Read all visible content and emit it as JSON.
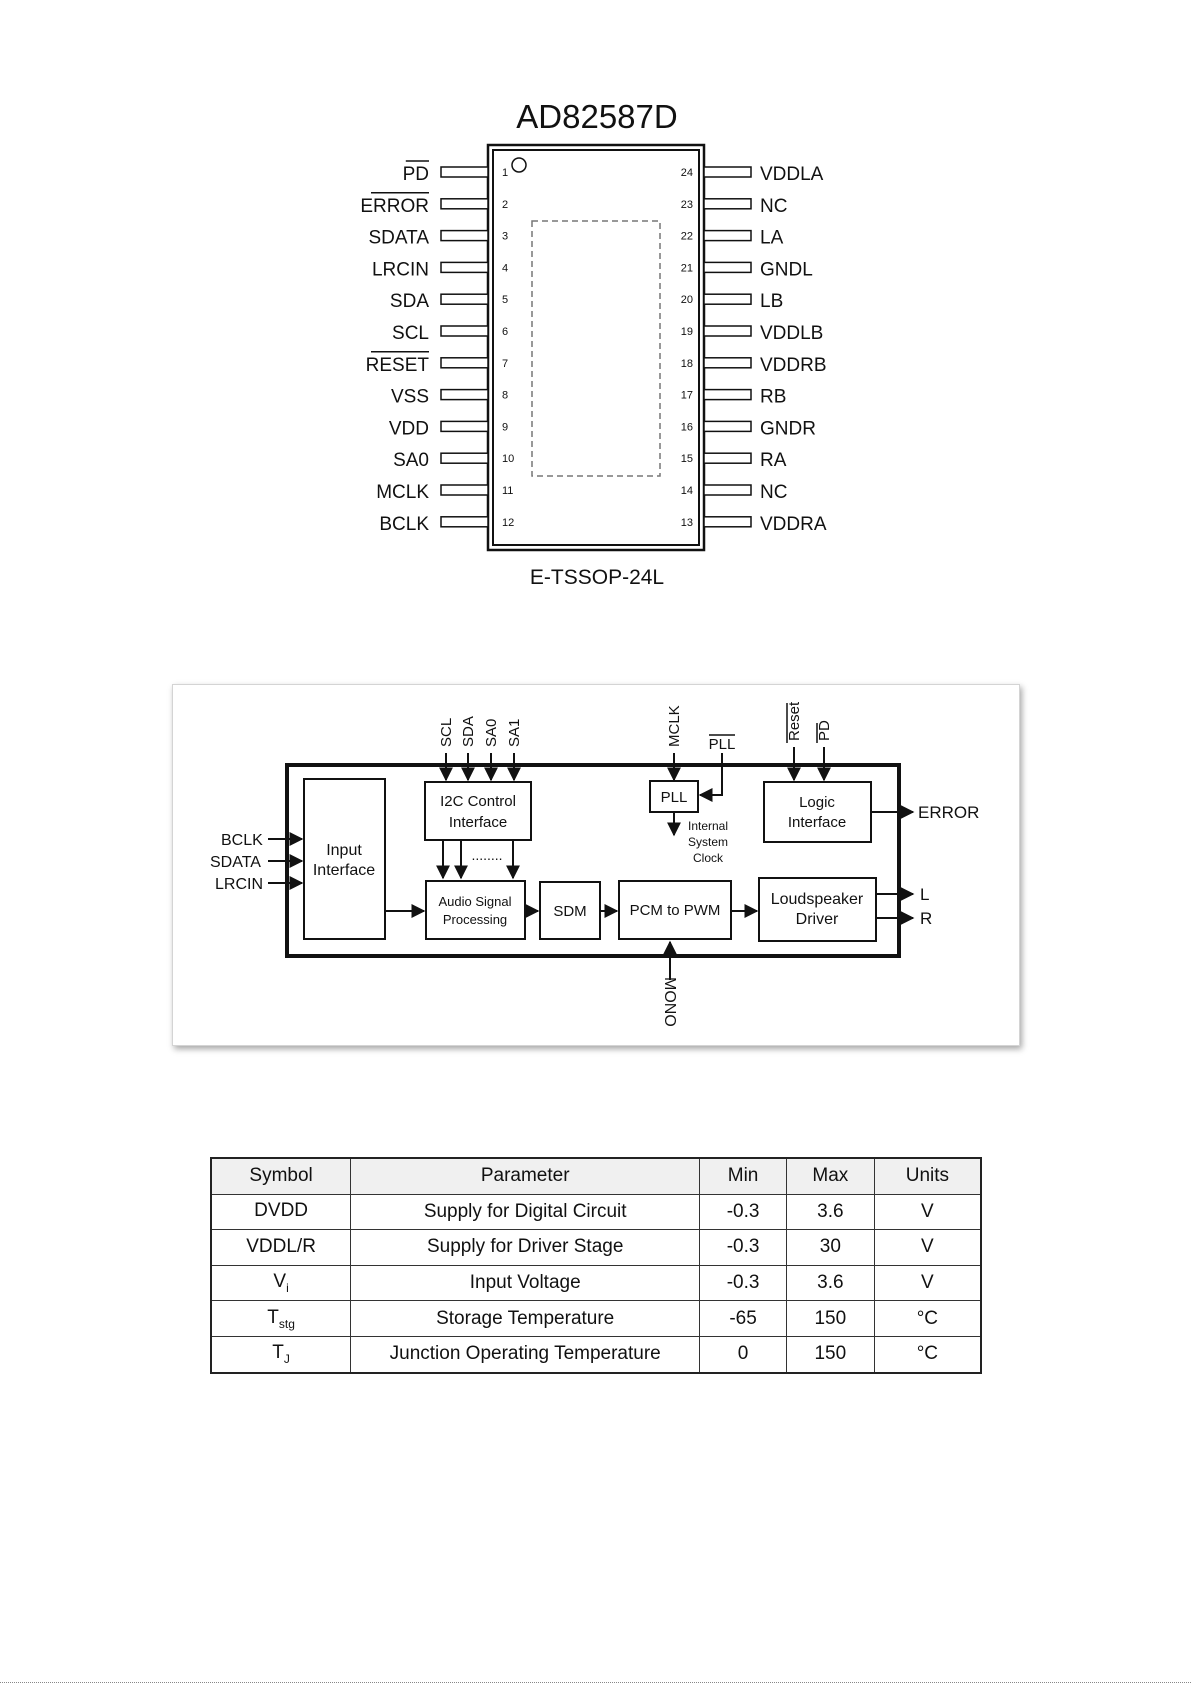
{
  "pinout": {
    "title": "AD82587D",
    "package": "E-TSSOP-24L",
    "left_pins": [
      {
        "num": "1",
        "name": "PD",
        "overbar": true
      },
      {
        "num": "2",
        "name": "ERROR",
        "overbar": true
      },
      {
        "num": "3",
        "name": "SDATA",
        "overbar": false
      },
      {
        "num": "4",
        "name": "LRCIN",
        "overbar": false
      },
      {
        "num": "5",
        "name": "SDA",
        "overbar": false
      },
      {
        "num": "6",
        "name": "SCL",
        "overbar": false
      },
      {
        "num": "7",
        "name": "RESET",
        "overbar": true
      },
      {
        "num": "8",
        "name": "VSS",
        "overbar": false
      },
      {
        "num": "9",
        "name": "VDD",
        "overbar": false
      },
      {
        "num": "10",
        "name": "SA0",
        "overbar": false
      },
      {
        "num": "11",
        "name": "MCLK",
        "overbar": false
      },
      {
        "num": "12",
        "name": "BCLK",
        "overbar": false
      }
    ],
    "right_pins": [
      {
        "num": "24",
        "name": "VDDLA"
      },
      {
        "num": "23",
        "name": "NC"
      },
      {
        "num": "22",
        "name": "LA"
      },
      {
        "num": "21",
        "name": "GNDL"
      },
      {
        "num": "20",
        "name": "LB"
      },
      {
        "num": "19",
        "name": "VDDLB"
      },
      {
        "num": "18",
        "name": "VDDRB"
      },
      {
        "num": "17",
        "name": "RB"
      },
      {
        "num": "16",
        "name": "GNDR"
      },
      {
        "num": "15",
        "name": "RA"
      },
      {
        "num": "14",
        "name": "NC"
      },
      {
        "num": "13",
        "name": "VDDRA"
      }
    ]
  },
  "block_diagram": {
    "top_inputs": [
      "SCL",
      "SDA",
      "SA0",
      "SA1"
    ],
    "mclk": "MCLK",
    "pll_pin": "PLL",
    "reset_pin": "Reset",
    "pd_pin": "PD",
    "left_inputs": [
      "BCLK",
      "SDATA",
      "LRCIN"
    ],
    "blocks": {
      "input_interface": [
        "Input",
        "Interface"
      ],
      "i2c_control": [
        "I2C Control",
        "Interface"
      ],
      "pll": "PLL",
      "internal_clock": [
        "Internal",
        "System",
        "Clock"
      ],
      "logic_interface": [
        "Logic",
        "Interface"
      ],
      "audio_processing": [
        "Audio Signal",
        "Processing"
      ],
      "sdm": "SDM",
      "pcm_to_pwm": "PCM to PWM",
      "loudspeaker_driver": [
        "Loudspeaker",
        "Driver"
      ]
    },
    "dots": "........",
    "outputs": {
      "error": "ERROR",
      "left": "L",
      "right": "R"
    },
    "mono": "MONO"
  },
  "ratings_table": {
    "headers": [
      "Symbol",
      "Parameter",
      "Min",
      "Max",
      "Units"
    ],
    "rows": [
      {
        "symbol": "DVDD",
        "sub": "",
        "parameter": "Supply for Digital Circuit",
        "min": "-0.3",
        "max": "3.6",
        "units": "V"
      },
      {
        "symbol": "VDDL/R",
        "sub": "",
        "parameter": "Supply for Driver Stage",
        "min": "-0.3",
        "max": "30",
        "units": "V"
      },
      {
        "symbol": "V",
        "sub": "i",
        "parameter": "Input Voltage",
        "min": "-0.3",
        "max": "3.6",
        "units": "V"
      },
      {
        "symbol": "T",
        "sub": "stg",
        "parameter": "Storage Temperature",
        "min": "-65",
        "max": "150",
        "units": "°C"
      },
      {
        "symbol": "T",
        "sub": "J",
        "parameter": "Junction Operating Temperature",
        "min": "0",
        "max": "150",
        "units": "°C"
      }
    ]
  }
}
